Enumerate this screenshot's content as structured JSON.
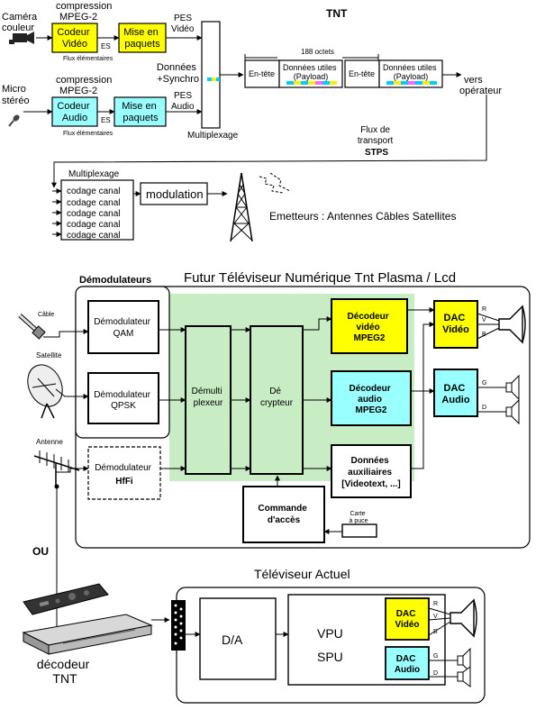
{
  "colors": {
    "yellow": "#ffff00",
    "cyan": "#99ffff",
    "green_panel": "#c8ecc4",
    "white": "#ffffff",
    "black": "#000000"
  },
  "top": {
    "title": "TNT",
    "camera_label": [
      "Caméra",
      "couleur"
    ],
    "micro_label": [
      "Micro",
      "stéréo"
    ],
    "compression_video": [
      "compression",
      "MPEG-2"
    ],
    "compression_audio": [
      "compression",
      "MPEG-2"
    ],
    "codeur_video": [
      "Codeur",
      "Vidéo"
    ],
    "codeur_audio": [
      "Codeur",
      "Audio"
    ],
    "es_video": "ES",
    "es_audio": "ES",
    "flux_video": "Flux élémentaires",
    "flux_audio": "Flux élémentaires",
    "paquets_video": [
      "Mise en",
      "paquets"
    ],
    "paquets_audio": [
      "Mise en",
      "paquets"
    ],
    "pes_video": [
      "PES",
      "Vidéo"
    ],
    "pes_audio": [
      "PES",
      "Audio"
    ],
    "donnees": [
      "Données",
      "+Synchro"
    ],
    "multiplexage": "Multiplexage",
    "octets": "188 octets",
    "entete1": "En-tête",
    "entete2": "En-tête",
    "payload1": [
      "Données utiles",
      "(Payload)"
    ],
    "payload2": [
      "Données utiles",
      "(Payload)"
    ],
    "vers": [
      "vers",
      "opérateur"
    ],
    "flux_transport": [
      "Flux de",
      "transport",
      "STPS"
    ],
    "multiplexage2": "Multiplexage",
    "codage": [
      "codage canal",
      "codage canal",
      "codage canal",
      "codage canal",
      "codage canal"
    ],
    "modulation": "modulation",
    "emetteurs": "Emetteurs : Antennes  Câbles  Satellites"
  },
  "middle": {
    "title": "Futur  Téléviseur  Numérique  Tnt  Plasma / Lcd",
    "demodulateurs": "Démodulateurs",
    "cable": "Câble",
    "satellite": "Satellite",
    "antenne": "Antenne",
    "demod_qam": [
      "Démodulateur",
      "QAM"
    ],
    "demod_qpsk": [
      "Démodulateur",
      "QPSK"
    ],
    "demod_hffi": [
      "Démodulateur",
      "HfFi"
    ],
    "demultiplexeur": [
      "Démulti",
      "plexeur"
    ],
    "decrypteur": [
      "Dé",
      "crypteur"
    ],
    "decodeur_video": [
      "Décodeur",
      "vidéo",
      "MPEG2"
    ],
    "decodeur_audio": [
      "Décodeur",
      "audio",
      "MPEG2"
    ],
    "donnees_aux": [
      "Données",
      "auxiliaires",
      "[Videotext, ...]"
    ],
    "commande": [
      "Commande",
      "d'accès"
    ],
    "carte": [
      "Carte",
      "à puce"
    ],
    "dac_video": [
      "DAC",
      "Vidéo"
    ],
    "dac_audio": [
      "DAC",
      "Audio"
    ],
    "rvb": [
      "R",
      "V",
      "B"
    ],
    "gd": [
      "G",
      "D"
    ]
  },
  "bottom": {
    "ou": "OU",
    "decodeur": [
      "décodeur",
      "TNT"
    ],
    "title": "Téléviseur Actuel",
    "da": "D/A",
    "vpu": "VPU",
    "spu": "SPU",
    "dac_video": [
      "DAC",
      "Vidéo"
    ],
    "dac_audio": [
      "DAC",
      "Audio"
    ],
    "rvb": [
      "R",
      "V",
      "B"
    ],
    "gd": [
      "G",
      "D"
    ]
  }
}
